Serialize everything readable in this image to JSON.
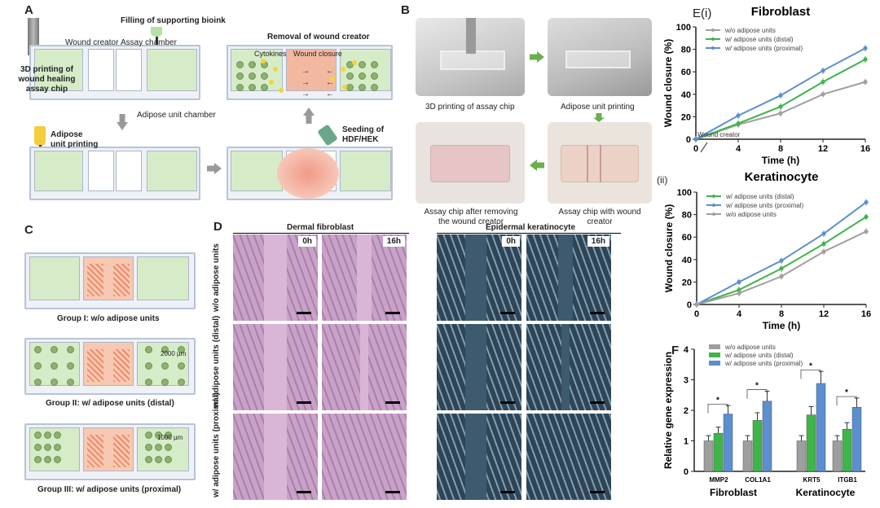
{
  "panel_labels": {
    "a": "A",
    "b": "B",
    "c": "C",
    "d": "D",
    "e": "E(i)",
    "e2": "(ii)",
    "f": "F"
  },
  "panel_a": {
    "filling": "Filling of supporting bioink",
    "wound_creator": "Wound creator",
    "assay_chamber": "Assay chamber",
    "printing": "3D printing of wound healing assay chip",
    "adipose_chamber": "Adipose unit chamber",
    "removal": "Removal of wound creator",
    "cytokines": "Cytokines",
    "wound_closure": "Wound closure",
    "adipose_printing": "Adipose unit printing",
    "seeding": "Seeding of HDF/HEK"
  },
  "panel_b": {
    "captions": [
      "3D printing of assay chip",
      "Adipose unit printing",
      "Assay chip after removing the wound creator",
      "Assay chip with wound creator"
    ]
  },
  "panel_c": {
    "groups": [
      "Group I: w/o adipose units",
      "Group II: w/ adipose units (distal)",
      "Group III: w/ adipose units (proximal)"
    ],
    "dist_distal": "2000 µm",
    "dist_proximal": "1000 µm"
  },
  "panel_d": {
    "fibroblast": "Dermal fibroblast",
    "keratinocyte": "Epidermal keratinocyte",
    "times": [
      "0h",
      "16h"
    ],
    "rows": [
      "w/o adipose units",
      "w/ adipose units (distal)",
      "w/ adipose units (proximal)"
    ]
  },
  "chart_data": [
    {
      "type": "line",
      "title": "Fibroblast",
      "xlabel": "Time (h)",
      "ylabel": "Wound closure (%)",
      "x": [
        0,
        4,
        8,
        12,
        16
      ],
      "xlim": [
        0,
        16
      ],
      "ylim": [
        0,
        100
      ],
      "xticks": [
        "0",
        "4",
        "8",
        "12",
        "16"
      ],
      "yticks": [
        "0",
        "20",
        "40",
        "60",
        "80",
        "100"
      ],
      "legend": "top-left",
      "annotation": "Wound creator",
      "series": [
        {
          "name": "w/o adipose units",
          "color": "#a0a0a0",
          "values": [
            0,
            13,
            23,
            40,
            51
          ]
        },
        {
          "name": "w/ adipose units (distal)",
          "color": "#3fb44a",
          "values": [
            0,
            14,
            29,
            51,
            71
          ]
        },
        {
          "name": "w/ adipose units (proximal)",
          "color": "#5b8fd0",
          "values": [
            0,
            21,
            39,
            61,
            81
          ]
        }
      ]
    },
    {
      "type": "line",
      "title": "Keratinocyte",
      "xlabel": "Time (h)",
      "ylabel": "Wound closure (%)",
      "x": [
        0,
        4,
        8,
        12,
        16
      ],
      "xlim": [
        0,
        16
      ],
      "ylim": [
        0,
        100
      ],
      "xticks": [
        "0",
        "4",
        "8",
        "12",
        "16"
      ],
      "yticks": [
        "0",
        "20",
        "40",
        "60",
        "80",
        "100"
      ],
      "legend": "top-left",
      "series": [
        {
          "name": "w/ adipose units (distal)",
          "color": "#3fb44a",
          "values": [
            0,
            13,
            32,
            54,
            78
          ]
        },
        {
          "name": "w/ adipose units (proximal)",
          "color": "#5b8fd0",
          "values": [
            0,
            20,
            39,
            63,
            91
          ]
        },
        {
          "name": "w/o adipose units",
          "color": "#a0a0a0",
          "values": [
            0,
            10,
            25,
            47,
            65
          ]
        }
      ]
    },
    {
      "type": "bar",
      "ylabel": "Relative gene expression",
      "ylim": [
        0,
        4
      ],
      "yticks": [
        "0",
        "1",
        "2",
        "3",
        "4"
      ],
      "categories": [
        "MMP2",
        "COL1A1",
        "KRT5",
        "ITGB1"
      ],
      "groups": [
        "Fibroblast",
        "Keratinocyte"
      ],
      "legend": "top-left",
      "series": [
        {
          "name": "w/o adipose units",
          "color": "#9e9e9e",
          "values": [
            1,
            1,
            1,
            1
          ]
        },
        {
          "name": "w/ adipose units (distal)",
          "color": "#3fb44a",
          "values": [
            1.25,
            1.67,
            1.85,
            1.38
          ]
        },
        {
          "name": "w/ adipose units (proximal)",
          "color": "#5b8fd0",
          "values": [
            1.88,
            2.3,
            2.88,
            2.1
          ]
        }
      ],
      "significance": "*"
    }
  ]
}
